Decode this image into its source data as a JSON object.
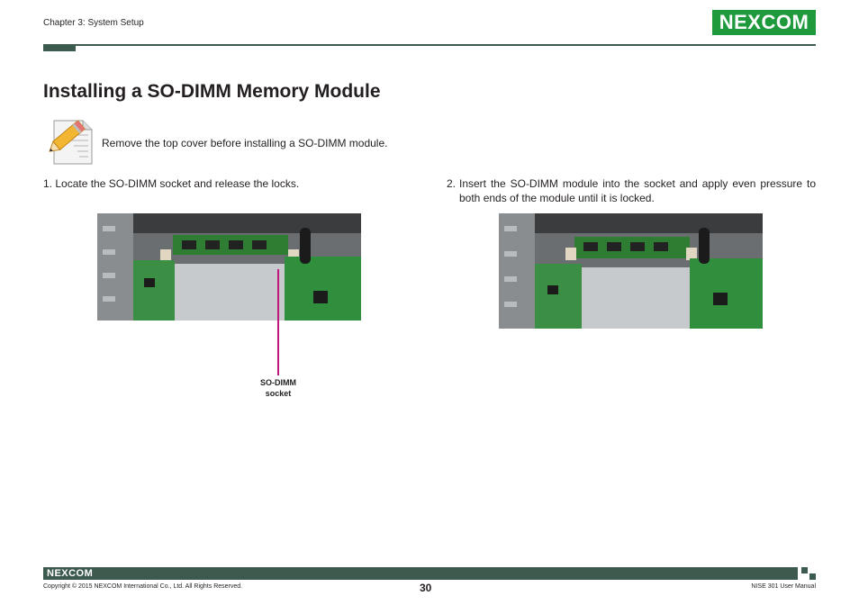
{
  "header": {
    "chapter": "Chapter 3: System Setup",
    "logo_text": "NEXCOM"
  },
  "page": {
    "title": "Installing a SO-DIMM Memory Module"
  },
  "note": {
    "icon": "note-pencil-icon",
    "text": "Remove the top cover before installing a SO-DIMM module."
  },
  "steps": [
    {
      "number": "1.",
      "text": "Locate the SO-DIMM socket and release the locks."
    },
    {
      "number": "2.",
      "text": "Insert the SO-DIMM module into the socket and apply even pressure to both ends of the module until it is locked."
    }
  ],
  "callout": {
    "line1": "SO-DIMM",
    "line2": "socket",
    "color": "#c0157a"
  },
  "footer": {
    "logo_text": "NEXCOM",
    "copyright": "Copyright © 2015 NEXCOM International Co., Ltd. All Rights Reserved.",
    "page_number": "30",
    "manual": "NISE 301 User Manual"
  },
  "colors": {
    "brand_green": "#1e9a3d",
    "bar": "#3d5a4f"
  }
}
